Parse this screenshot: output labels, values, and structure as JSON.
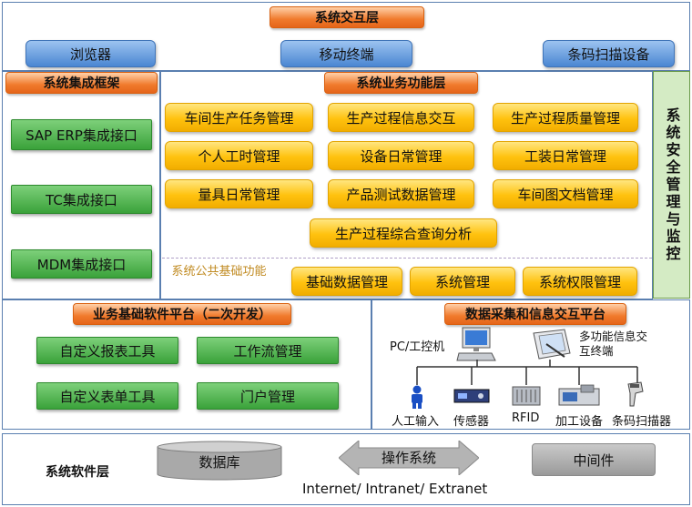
{
  "top_layer": {
    "title": "系统交互层",
    "buttons": [
      "浏览器",
      "移动终端",
      "条码扫描设备"
    ]
  },
  "integration": {
    "title": "系统集成框架",
    "items": [
      "SAP ERP集成接口",
      "TC集成接口",
      "MDM集成接口"
    ]
  },
  "business": {
    "title": "系统业务功能层",
    "rows": [
      [
        "车间生产任务管理",
        "生产过程信息交互",
        "生产过程质量管理"
      ],
      [
        "个人工时管理",
        "设备日常管理",
        "工装日常管理"
      ],
      [
        "量具日常管理",
        "产品测试数据管理",
        "车间图文档管理"
      ]
    ],
    "center_item": "生产过程综合查询分析",
    "common_label": "系统公共基础功能",
    "common_items": [
      "基础数据管理",
      "系统管理",
      "系统权限管理"
    ]
  },
  "security": {
    "title": "系统安全管理与监控"
  },
  "platform": {
    "title": "业务基础软件平台（二次开发）",
    "items": [
      "自定义报表工具",
      "工作流管理",
      "自定义表单工具",
      "门户管理"
    ]
  },
  "data_collection": {
    "title": "数据采集和信息交互平台",
    "pc_label": "PC/工控机",
    "terminal_label": "多功能信息交互终端",
    "devices": [
      "人工输入",
      "传感器",
      "RFID",
      "加工设备",
      "条码扫描器"
    ]
  },
  "software": {
    "title": "系统软件层",
    "database": "数据库",
    "os": "操作系统",
    "middleware": "中间件",
    "network": "Internet/ Intranet/ Extranet"
  },
  "colors": {
    "frame": "#5a7fb0",
    "header": "#f07a2c",
    "blue": "#4a86d2",
    "green": "#3aa23a",
    "yellow": "#ffc20e",
    "security_bg": "#d4ebc4"
  }
}
